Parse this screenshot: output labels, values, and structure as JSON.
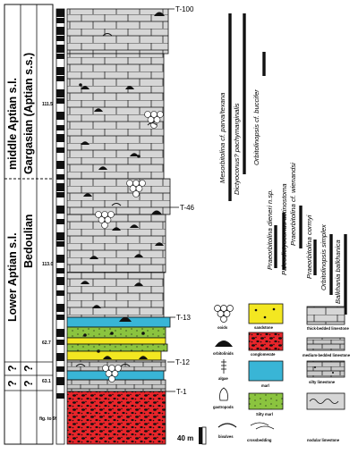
{
  "stratigraphy": {
    "upper_stage": "middle Aptian s.l.",
    "upper_substage": "Gargasian (Aptian s.s.)",
    "lower_stage": "Lower Aptian s.l.",
    "lower_substage": "Bedoulian",
    "unknown_mark": "?"
  },
  "ages": [
    {
      "label": "111.5"
    },
    {
      "label": "113.0"
    },
    {
      "label": "62.7"
    },
    {
      "label": "63.1"
    },
    {
      "label": "fig. to\n999"
    }
  ],
  "markers": [
    "T-100",
    "T-46",
    "T-13",
    "T-12",
    "T-1"
  ],
  "taxa": [
    "Mesorbitolina cf. parva/texana",
    "Dictyoconus? pachymarginalis",
    "Orbitolinopsis cf. buccifer",
    "Praeorbitolina cf. wienandsi",
    "Paleodictyoconus actinostoma",
    "Praeorbitolina dieneri n.sp.",
    "Praeorbitolina cormyi",
    "Orbitolinopsis simplex",
    "Balkhania balkhanica"
  ],
  "legend": {
    "ooids": "ooids",
    "sandstone": "sandstone",
    "thick_limestone": "thick-bedded limestone",
    "orbitolinids": "orbitolinids",
    "conglomerate": "conglomerate",
    "medium_limestone": "medium-bedded limestone",
    "algae": "algae",
    "marl": "marl",
    "silty_limestone": "silty limestone",
    "gastropods": "gastropods",
    "silty_marl": "Silty marl",
    "bivalves": "bivalves",
    "crossbedding": "crossbedding",
    "nodular_limestone": "nodular limestone"
  },
  "scale": {
    "label": "40 m"
  },
  "colors": {
    "limestone": "#d6d6d6",
    "conglomerate": "#e8252a",
    "marl": "#39b5d6",
    "silty_marl": "#8bc43f",
    "sandstone": "#f3e721",
    "fossil": "#111111"
  }
}
